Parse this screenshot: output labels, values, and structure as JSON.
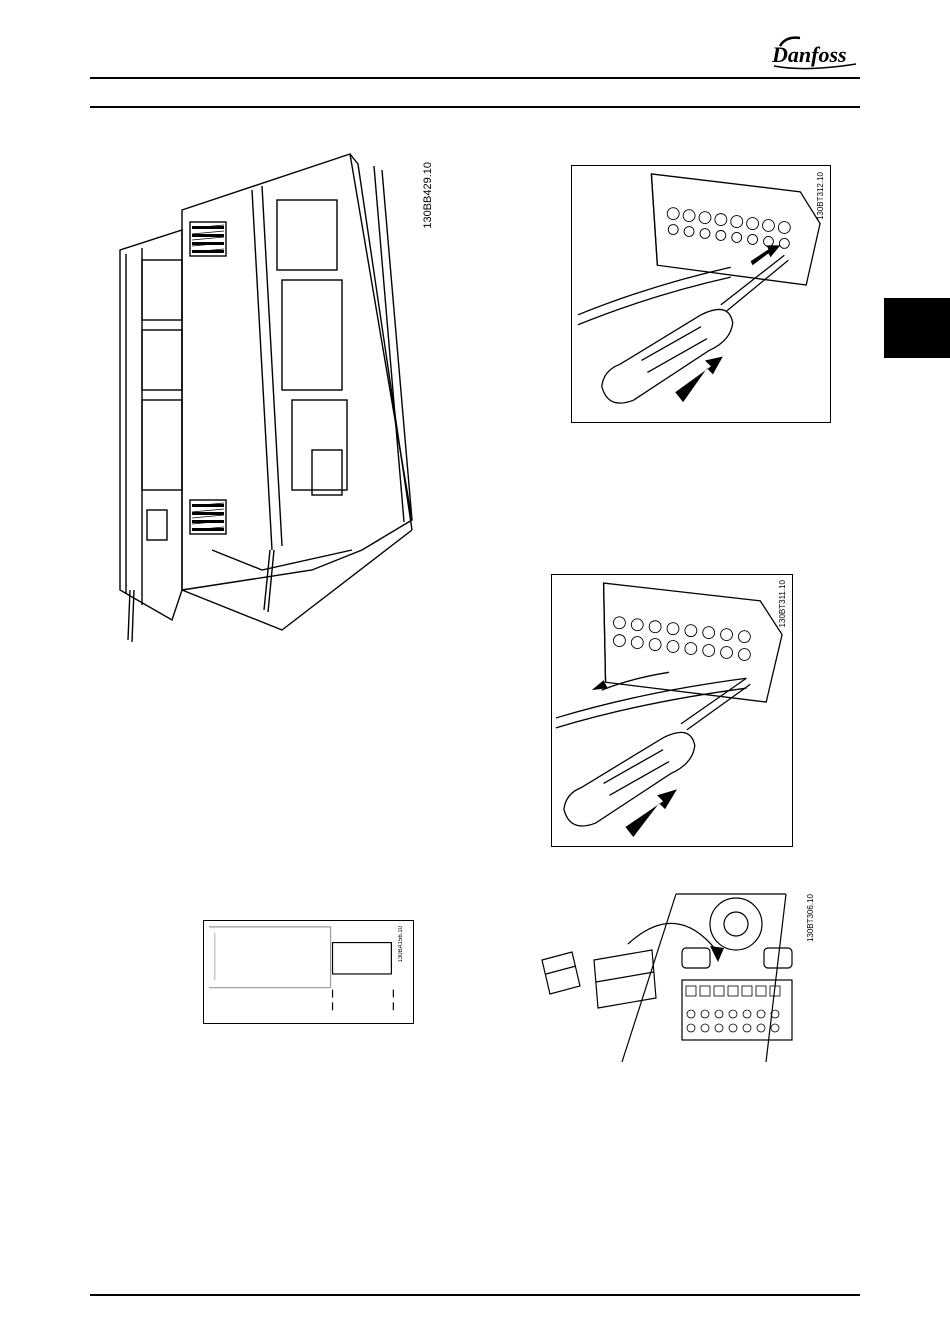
{
  "header": {
    "brand_name": "Danfoss"
  },
  "figures": {
    "enclosure": {
      "code": "130BB429.10"
    },
    "insert_wire": {
      "code": "130BT312.10"
    },
    "remove_wire": {
      "code": "130BT311.10"
    },
    "dimension_diagram": {
      "code": "130BA156.10"
    },
    "connector_fit": {
      "code": "130BT306.10"
    }
  }
}
